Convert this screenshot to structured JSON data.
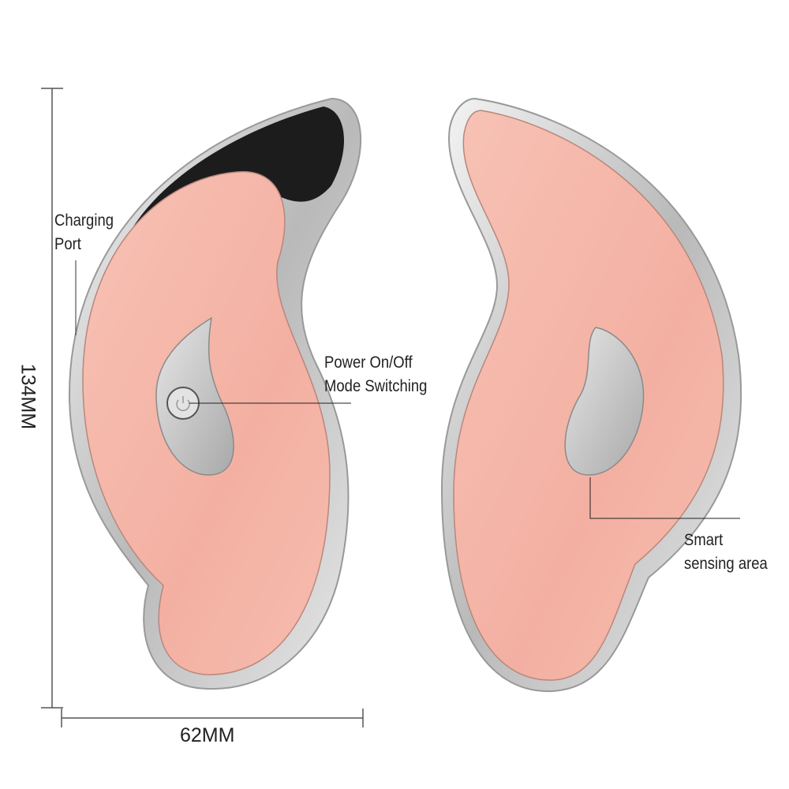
{
  "labels": {
    "charging_port_line1": "Charging",
    "charging_port_line2": "Port",
    "power_line1": "Power On/Off",
    "power_line2": "Mode Switching",
    "smart_line1": "Smart",
    "smart_line2": "sensing area"
  },
  "dimensions": {
    "height": "134MM",
    "width": "62MM"
  },
  "colors": {
    "pink": "#f5b3a6",
    "silver": "#c8c8c8",
    "background": "#ffffff"
  }
}
